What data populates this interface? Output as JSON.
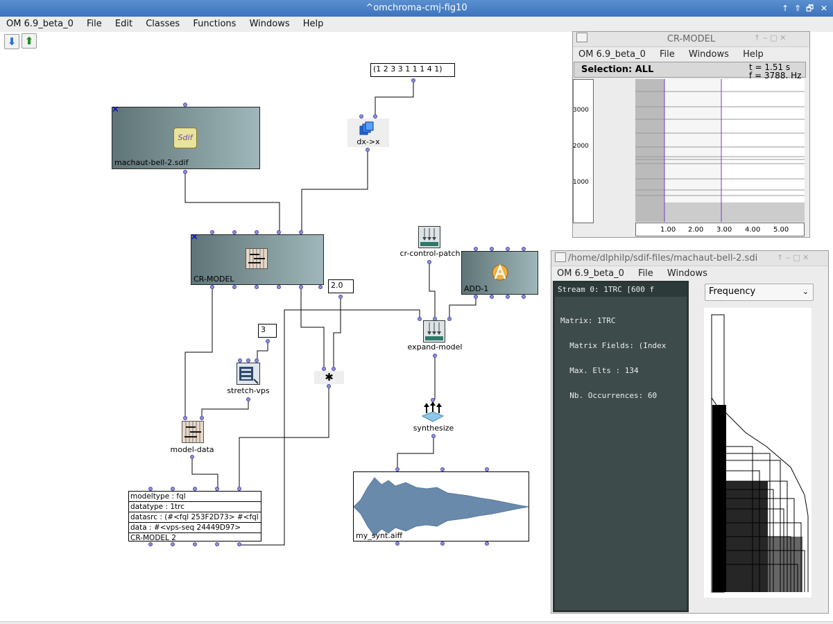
{
  "window": {
    "title": "^omchroma-cmj-fig10",
    "controls": [
      "↑",
      "⇑",
      "🗗",
      "✕"
    ]
  },
  "menubar": [
    "OM 6.9_beta_0",
    "File",
    "Edit",
    "Classes",
    "Functions",
    "Windows",
    "Help"
  ],
  "toolbar": {
    "down_arrow": "⬇",
    "up_arrow": "⬆"
  },
  "patch": {
    "list_value": "(1 2 3 3 1 1 1 4 1)",
    "sdif_box_label": "machaut-bell-2.sdif",
    "sdif_icon_text": "Sdif",
    "dx_label": "dx->x",
    "crmodel_label": "CR-MODEL",
    "num_2": "2.0",
    "num_3": "3",
    "stretch_label": "stretch-vps",
    "mult_symbol": "✱",
    "model_data_label": "model-data",
    "cr_control_label": "cr-control-patch",
    "add1_label": "ADD-1",
    "expand_label": "expand-model",
    "synthesize_label": "synthesize",
    "sound_label": "my_synt.aiff",
    "instance": {
      "rows": [
        "modeltype : fql",
        "datatype : 1trc",
        "datasrc : (#<fql 253F2D73> #<fql",
        "data : #<vps-seq 24449D97>"
      ],
      "footer": "CR-MODEL 2"
    }
  },
  "crmodel_window": {
    "title": "CR-MODEL",
    "menu": [
      "OM 6.9_beta_0",
      "File",
      "Windows",
      "Help"
    ],
    "selection": "Selection: ALL",
    "t_readout": "t = 1.51 s",
    "f_readout": "f = 3788. Hz",
    "y_ticks": [
      "3000",
      "2000",
      "1000"
    ],
    "x_ticks": [
      "1.00",
      "2.00",
      "3.00",
      "4.00",
      "5.00"
    ]
  },
  "sdif_window": {
    "title": "/home/dlphilp/sdif-files/machaut-bell-2.sdi",
    "menu": [
      "OM 6.9_beta_0",
      "File",
      "Windows"
    ],
    "stream": "Stream 0: 1TRC [600 f",
    "info": [
      "Matrix: 1TRC",
      "  Matrix Fields: (Index",
      "  Max. Elts : 134",
      "  Nb. Occurrences: 60"
    ],
    "field_select": "Frequency"
  }
}
